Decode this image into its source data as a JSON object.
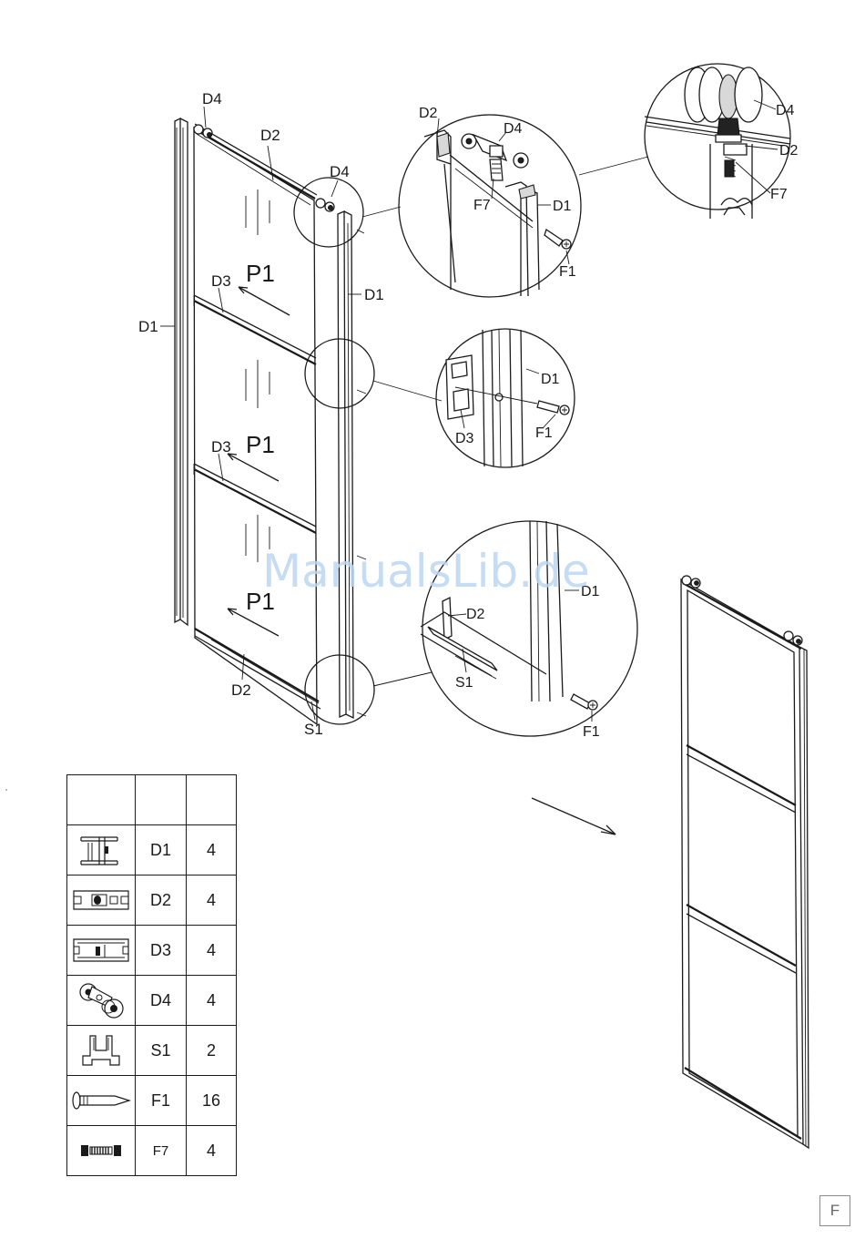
{
  "labels": {
    "d1": "D1",
    "d2": "D2",
    "d3": "D3",
    "d4": "D4",
    "s1": "S1",
    "f1": "F1",
    "f7": "F7",
    "p1": "P1"
  },
  "watermark": "ManualsLib.de",
  "parts": [
    {
      "icon": "profile-d1-icon",
      "code": "D1",
      "qty": "4"
    },
    {
      "icon": "profile-d2-icon",
      "code": "D2",
      "qty": "4"
    },
    {
      "icon": "profile-d3-icon",
      "code": "D3",
      "qty": "4"
    },
    {
      "icon": "roller-d4-icon",
      "code": "D4",
      "qty": "4"
    },
    {
      "icon": "guide-s1-icon",
      "code": "S1",
      "qty": "2"
    },
    {
      "icon": "screw-f1-icon",
      "code": "F1",
      "qty": "16"
    },
    {
      "icon": "bolt-f7-icon",
      "code": "F7",
      "qty": "4"
    }
  ],
  "page_letter": "F"
}
